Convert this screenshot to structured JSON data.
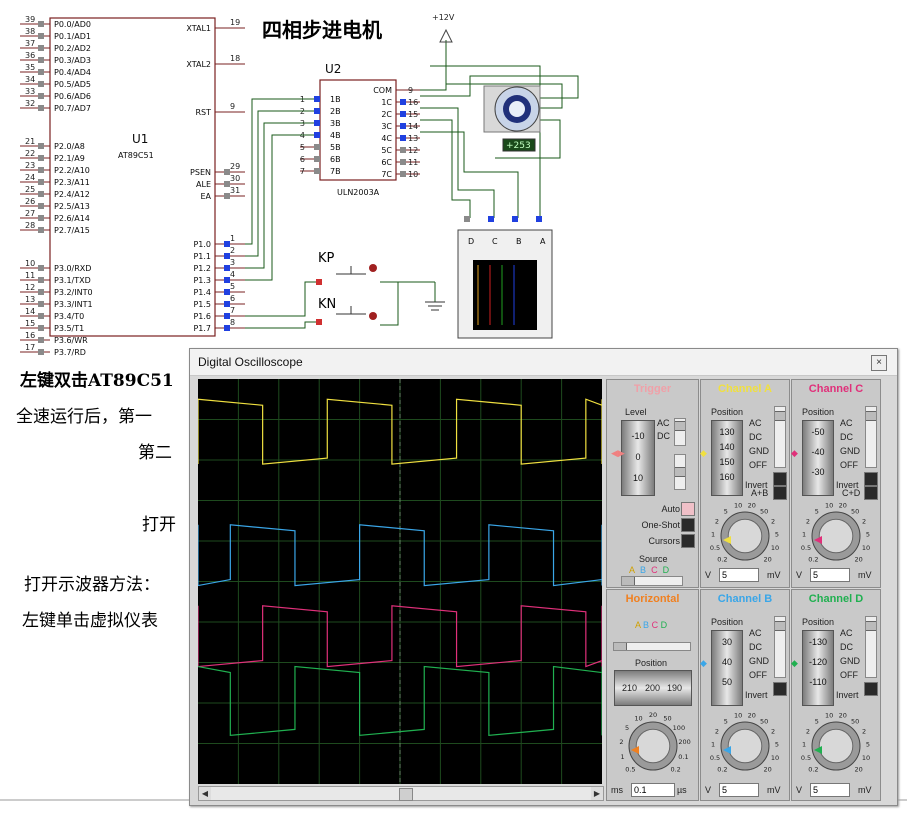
{
  "schematic": {
    "title": "四相步进电机",
    "supply_label": "+12V",
    "u1": {
      "ref": "U1",
      "part": "AT89C51",
      "left_pins": [
        {
          "num": "39",
          "name": "P0.0/AD0"
        },
        {
          "num": "38",
          "name": "P0.1/AD1"
        },
        {
          "num": "37",
          "name": "P0.2/AD2"
        },
        {
          "num": "36",
          "name": "P0.3/AD3"
        },
        {
          "num": "35",
          "name": "P0.4/AD4"
        },
        {
          "num": "34",
          "name": "P0.5/AD5"
        },
        {
          "num": "33",
          "name": "P0.6/AD6"
        },
        {
          "num": "32",
          "name": "P0.7/AD7"
        },
        {
          "num": "21",
          "name": "P2.0/A8"
        },
        {
          "num": "22",
          "name": "P2.1/A9"
        },
        {
          "num": "23",
          "name": "P2.2/A10"
        },
        {
          "num": "24",
          "name": "P2.3/A11"
        },
        {
          "num": "25",
          "name": "P2.4/A12"
        },
        {
          "num": "26",
          "name": "P2.5/A13"
        },
        {
          "num": "27",
          "name": "P2.6/A14"
        },
        {
          "num": "28",
          "name": "P2.7/A15"
        },
        {
          "num": "10",
          "name": "P3.0/RXD"
        },
        {
          "num": "11",
          "name": "P3.1/TXD"
        },
        {
          "num": "12",
          "name": "P3.2/INT0"
        },
        {
          "num": "13",
          "name": "P3.3/INT1"
        },
        {
          "num": "14",
          "name": "P3.4/T0"
        },
        {
          "num": "15",
          "name": "P3.5/T1"
        },
        {
          "num": "16",
          "name": "P3.6/WR"
        },
        {
          "num": "17",
          "name": "P3.7/RD"
        }
      ],
      "right_pins": [
        {
          "num": "19",
          "name": "XTAL1"
        },
        {
          "num": "18",
          "name": "XTAL2"
        },
        {
          "num": "9",
          "name": "RST"
        },
        {
          "num": "29",
          "name": "PSEN"
        },
        {
          "num": "30",
          "name": "ALE"
        },
        {
          "num": "31",
          "name": "EA"
        },
        {
          "num": "1",
          "name": "P1.0"
        },
        {
          "num": "2",
          "name": "P1.1"
        },
        {
          "num": "3",
          "name": "P1.2"
        },
        {
          "num": "4",
          "name": "P1.3"
        },
        {
          "num": "5",
          "name": "P1.4"
        },
        {
          "num": "6",
          "name": "P1.5"
        },
        {
          "num": "7",
          "name": "P1.6"
        },
        {
          "num": "8",
          "name": "P1.7"
        }
      ]
    },
    "u2": {
      "ref": "U2",
      "part": "ULN2003A",
      "left_pins": [
        {
          "num": "1",
          "name": "1B"
        },
        {
          "num": "2",
          "name": "2B"
        },
        {
          "num": "3",
          "name": "3B"
        },
        {
          "num": "4",
          "name": "4B"
        },
        {
          "num": "5",
          "name": "5B"
        },
        {
          "num": "6",
          "name": "6B"
        },
        {
          "num": "7",
          "name": "7B"
        }
      ],
      "right_pins": [
        {
          "num": "9",
          "name": "COM"
        },
        {
          "num": "16",
          "name": "1C"
        },
        {
          "num": "15",
          "name": "2C"
        },
        {
          "num": "14",
          "name": "3C"
        },
        {
          "num": "13",
          "name": "4C"
        },
        {
          "num": "12",
          "name": "5C"
        },
        {
          "num": "11",
          "name": "6C"
        },
        {
          "num": "10",
          "name": "7C"
        }
      ]
    },
    "motor_readout": "+253",
    "buttons": [
      {
        "label": "KP"
      },
      {
        "label": "KN"
      }
    ],
    "logic_analyzer_channels": [
      "D",
      "C",
      "B",
      "A"
    ]
  },
  "doc_lines": [
    "左键双击AT89C51",
    "全速运行后，第一",
    "第二",
    "打开",
    "打开示波器方法：",
    "左键单击虚拟仪表"
  ],
  "oscilloscope": {
    "title": "Digital Oscilloscope",
    "close_label": "×",
    "trigger": {
      "title": "Trigger",
      "level_label": "Level",
      "level_ticks": [
        "-10",
        "0",
        "10"
      ],
      "ac": "AC",
      "dc": "DC",
      "modes": [
        "Auto",
        "One-Shot",
        "Cursors"
      ],
      "source_label": "Source",
      "source_channels": [
        "A",
        "B",
        "C",
        "D"
      ]
    },
    "horizontal": {
      "title": "Horizontal",
      "source_channels": [
        "A",
        "B",
        "C",
        "D"
      ],
      "position_label": "Position",
      "position_ticks": [
        "210",
        "200",
        "190"
      ],
      "unit_left": "ms",
      "value": "0.1",
      "unit_right": "µs",
      "dial_ticks": [
        "0.5",
        "1",
        "2",
        "5",
        "10",
        "20",
        "50",
        "100",
        "200",
        "0.1",
        "0.2"
      ]
    },
    "channels": [
      {
        "id": "A",
        "title": "Channel A",
        "color": "#f0e040",
        "ticks": [
          "130",
          "140",
          "150",
          "160"
        ],
        "extra": "A+B",
        "value": "5",
        "unit_l": "V",
        "unit_r": "mV"
      },
      {
        "id": "C",
        "title": "Channel C",
        "color": "#e0307a",
        "ticks": [
          "-50",
          "-40",
          "-30"
        ],
        "extra": "C+D",
        "value": "5",
        "unit_l": "V",
        "unit_r": "mV"
      },
      {
        "id": "B",
        "title": "Channel B",
        "color": "#3aa6e8",
        "ticks": [
          "30",
          "40",
          "50"
        ],
        "extra": "",
        "value": "5",
        "unit_l": "V",
        "unit_r": "mV"
      },
      {
        "id": "D",
        "title": "Channel D",
        "color": "#20b050",
        "ticks": [
          "-130",
          "-120",
          "-110"
        ],
        "extra": "",
        "value": "5",
        "unit_l": "V",
        "unit_r": "mV"
      }
    ],
    "channel_buttons": [
      "AC",
      "DC",
      "GND",
      "OFF",
      "Invert"
    ],
    "volt_dial_ticks": [
      "0.2",
      "0.5",
      "1",
      "2",
      "5",
      "10",
      "20",
      "50",
      "2",
      "5",
      "10",
      "20"
    ],
    "colors": {
      "yellow": "#f0e040",
      "blue": "#3aa6e8",
      "pink": "#e0307a",
      "green": "#20b050",
      "trigger_title": "#f0a0a8",
      "horizontal_title": "#f08020"
    }
  },
  "chart_data": {
    "type": "line",
    "title": "",
    "xlabel": "",
    "ylabel": "",
    "grid": true,
    "x_divisions": 10,
    "y_divisions": 10,
    "series": [
      {
        "id": "A",
        "color": "#f0e040",
        "period_div": 3.2,
        "phase_div": 0.0,
        "high_div": 0.5,
        "low_div": 2.1,
        "duty": 0.5
      },
      {
        "id": "B",
        "color": "#3aa6e8",
        "period_div": 3.2,
        "phase_div": 0.8,
        "high_div": 3.6,
        "low_div": 5.1,
        "duty": 0.5
      },
      {
        "id": "C",
        "color": "#e0307a",
        "period_div": 3.2,
        "phase_div": 1.6,
        "high_div": 5.6,
        "low_div": 7.1,
        "duty": 0.5
      },
      {
        "id": "D",
        "color": "#20b050",
        "period_div": 3.2,
        "phase_div": 2.4,
        "high_div": 7.1,
        "low_div": 8.8,
        "duty": 0.5
      }
    ]
  }
}
